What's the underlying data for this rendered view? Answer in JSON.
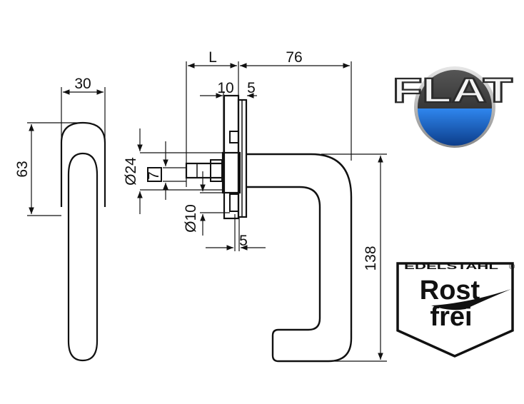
{
  "dimensions": {
    "rosette_width": "30",
    "rosette_height": "63",
    "spindle_length": "L",
    "projection": "76",
    "dim_10": "10",
    "dim_5_top": "5",
    "dim_7": "7",
    "diameter_24": "Ø24",
    "diameter_10": "Ø10",
    "dim_5_bottom": "5",
    "handle_height": "138"
  },
  "logo_flat": {
    "text": "FLAT",
    "colors": {
      "top": "#2a2a2a",
      "bottom": "#1f6fd6",
      "ring": "#c8c8c8"
    }
  },
  "logo_rostfrei": {
    "top_text": "EDELSTAHL",
    "registered": "®",
    "line1": "Rost",
    "line2": "frei"
  }
}
